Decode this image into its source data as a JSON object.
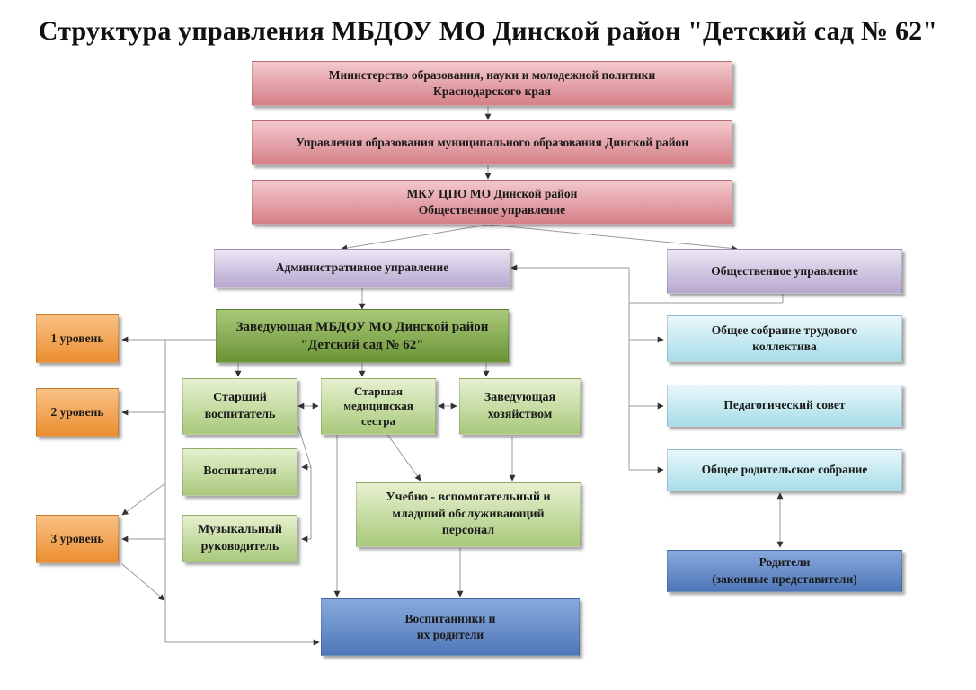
{
  "title": "Структура управления МБДОУ МО Динской район \"Детский сад № 62\"",
  "boxes": {
    "ministry": "Министерство образования, науки и молодежной политики\nКраснодарского края",
    "education_dept": "Управления образования муниципального образования Динской район",
    "mku": "МКУ ЦПО МО Динской район\nОбщественное управление",
    "admin": "Административное управление",
    "public": "Общественное управление",
    "head": "Заведующая МБДОУ МО Динской район\n\"Детский сад № 62\"",
    "senior_teacher": "Старший\nвоспитатель",
    "senior_nurse": "Старшая\nмедицинская\nсестра",
    "supply_head": "Заведующая\nхозяйством",
    "teachers": "Воспитатели",
    "music": "Музыкальный\nруководитель",
    "support_staff": "Учебно - вспомогательный  и\nмладший обслуживающий\nперсонал",
    "pupils": "Воспитанники и\nих родители",
    "level1": "1 уровень",
    "level2": "2 уровень",
    "level3": "3 уровень",
    "labor_meeting": "Общее собрание трудового\nколлектива",
    "ped_council": "Педагогический совет",
    "parent_meeting": "Общее родительское собрание",
    "parents": "Родители\n(законные представители)"
  },
  "colors": {
    "pink": "#d67f88",
    "purple": "#b7a8d0",
    "green_dark": "#6b9436",
    "green": "#a9c97c",
    "orange": "#eb8e30",
    "cyan": "#a8dde8",
    "blue": "#4f77b8",
    "connector": "#999999"
  }
}
